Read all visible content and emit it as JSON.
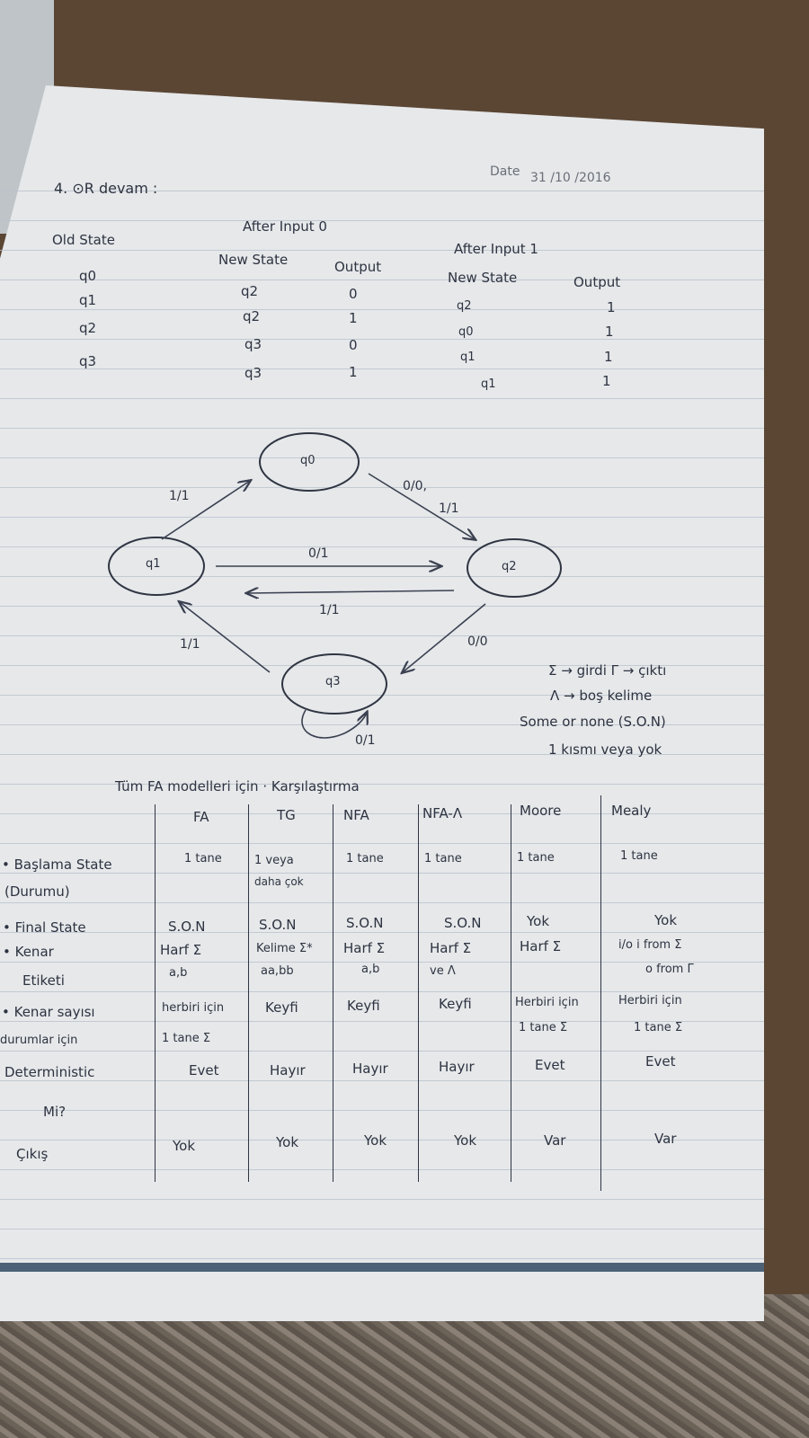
{
  "header": {
    "date_label": "Date",
    "date_value": "31 /10 /2016",
    "section_title": "4. ⊙R devam :"
  },
  "state_table": {
    "group_input0": "After Input 0",
    "group_input1": "After Input 1",
    "col_old_state": "Old State",
    "col_new_state": "New State",
    "col_output": "Output",
    "rows": [
      {
        "old": "q0",
        "new0": "q2",
        "out0": "0",
        "new1": "q2",
        "out1": "1"
      },
      {
        "old": "q1",
        "new0": "q2",
        "out0": "1",
        "new1": "q0",
        "out1": "1"
      },
      {
        "old": "q2",
        "new0": "q3",
        "out0": "0",
        "new1": "q1",
        "out1": "1"
      },
      {
        "old": "q3",
        "new0": "q3",
        "out0": "1",
        "new1": "q1",
        "out1": "1"
      }
    ]
  },
  "diagram": {
    "states": [
      "q0",
      "q1",
      "q2",
      "q3"
    ],
    "edge_q1_q0": "1/1",
    "edge_q0_q2_a": "0/0,",
    "edge_q0_q2_b": "1/1",
    "edge_q1_q2": "0/1",
    "edge_q2_q1": "1/1",
    "edge_q3_q1": "1/1",
    "edge_q2_q3": "0/0",
    "edge_q3_q3": "0/1"
  },
  "notes": {
    "line1": "Σ → girdi  Γ → çıktı",
    "line2": "Λ → boş kelime",
    "line3": "Some or none (S.O.N)",
    "line4": "1 kısmı veya yok"
  },
  "comparison": {
    "title": "Tüm FA modelleri için · Karşılaştırma",
    "headers": [
      "FA",
      "TG",
      "NFA",
      "NFA-Λ",
      "Moore",
      "Mealy"
    ],
    "row_start": {
      "label_a": "• Başlama State",
      "label_b": "(Durumu)",
      "cells": [
        "1 tane",
        "1 veya",
        "1 tane",
        "1 tane",
        "1 tane",
        "1 tane"
      ],
      "extra_tg": "daha çok"
    },
    "row_final": {
      "label": "• Final State",
      "cells": [
        "S.O.N",
        "S.O.N",
        "S.O.N",
        "S.O.N",
        "Yok",
        "Yok"
      ]
    },
    "row_edge_label": {
      "label_a": "• Kenar",
      "label_b": "Etiketi",
      "line1": [
        "Harf Σ",
        "Kelime Σ*",
        "Harf Σ",
        "Harf Σ",
        "Harf Σ",
        "i/o  i from Σ"
      ],
      "line2": [
        "a,b",
        "aa,bb",
        "a,b",
        "ve Λ",
        "",
        "o from Γ"
      ]
    },
    "row_edge_count": {
      "label_a": "• Kenar sayısı",
      "label_b": "durumlar için",
      "line1": [
        "herbiri için",
        "Keyfi",
        "Keyfi",
        "Keyfi",
        "Herbiri için",
        "Herbiri için"
      ],
      "line2": [
        "1 tane Σ",
        "",
        "",
        "",
        "1 tane Σ",
        "1 tane Σ"
      ]
    },
    "row_det": {
      "label_a": "Deterministic",
      "label_b": "Mi?",
      "cells": [
        "Evet",
        "Hayır",
        "Hayır",
        "Hayır",
        "Evet",
        "Evet"
      ]
    },
    "row_out": {
      "label": "Çıkış",
      "cells": [
        "Yok",
        "Yok",
        "Yok",
        "Yok",
        "Var",
        "Var"
      ]
    }
  }
}
